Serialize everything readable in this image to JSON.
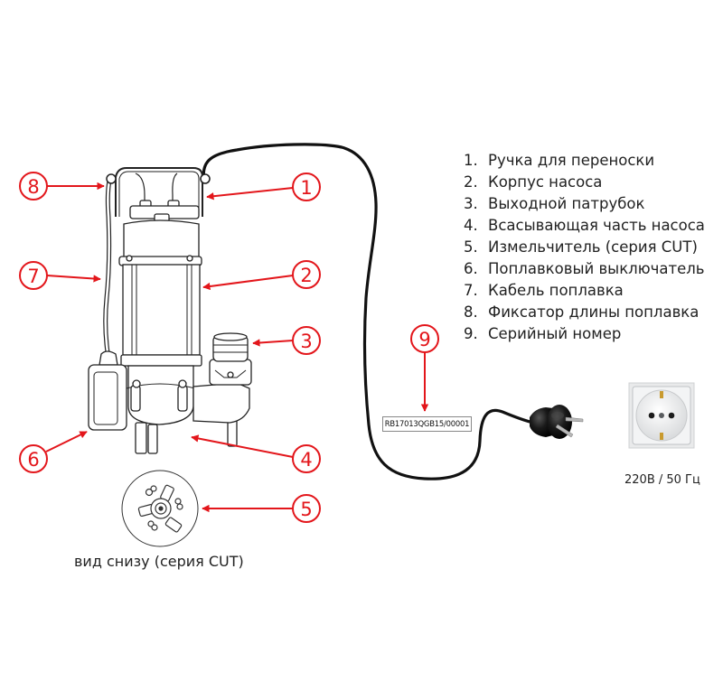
{
  "diagram": {
    "title": "Схема погружного насоса",
    "accent_color": "#e3161b",
    "cable_color": "#111111"
  },
  "legend": {
    "items": [
      {
        "num": "1.",
        "label": "Ручка для переноски"
      },
      {
        "num": "2.",
        "label": "Корпус насоса"
      },
      {
        "num": "3.",
        "label": "Выходной патрубок"
      },
      {
        "num": "4.",
        "label": "Всасывающая часть насоса"
      },
      {
        "num": "5.",
        "label": "Измельчитель (серия CUT)"
      },
      {
        "num": "6.",
        "label": "Поплавковый выключатель"
      },
      {
        "num": "7.",
        "label": "Кабель поплавка"
      },
      {
        "num": "8.",
        "label": "Фиксатор длины поплавка"
      },
      {
        "num": "9.",
        "label": "Серийный номер"
      }
    ]
  },
  "callouts": [
    "1",
    "2",
    "3",
    "4",
    "5",
    "6",
    "7",
    "8",
    "9"
  ],
  "serial_number": "RB17013QGB15/00001",
  "bottom_view_caption": "вид снизу (серия CUT)",
  "power": {
    "voltage_label": "220В / 50 Гц",
    "icons": [
      "power-plug-icon",
      "power-socket-icon"
    ]
  }
}
